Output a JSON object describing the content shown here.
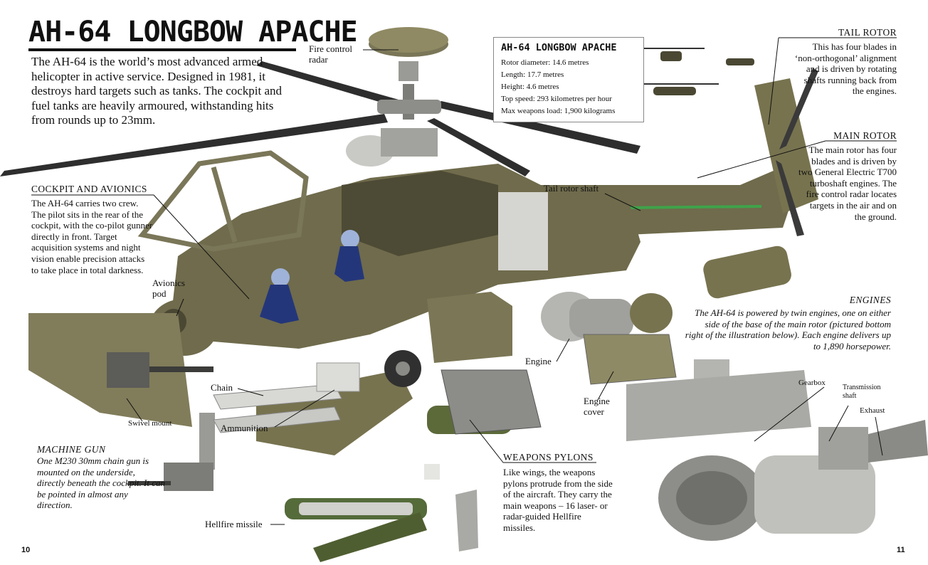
{
  "title": "AH-64 LONGBOW APACHE",
  "intro": "The AH-64 is the world’s most advanced armed helicopter in active service. Designed in 1981, it destroys hard targets such as tanks. The cockpit and fuel tanks are heavily armoured, withstanding hits from rounds up to 23mm.",
  "spec_box": {
    "title": "AH-64 LONGBOW APACHE",
    "specs": [
      "Rotor diameter: 14.6 metres",
      "Length: 17.7 metres",
      "Height: 4.6 metres",
      "Top speed: 293 kilometres per hour",
      "Max weapons load: 1,900  kilograms"
    ]
  },
  "sections": {
    "cockpit": {
      "heading": "COCKPIT AND AVIONICS",
      "text": "The AH-64 carries two crew. The pilot sits in the rear of the cockpit, with the co-pilot gunner directly in front. Target acquisition systems and night vision enable precision attacks to take place in total darkness."
    },
    "tail_rotor": {
      "heading": "TAIL ROTOR",
      "text": "This has four blades in ‘non-orthogonal’ alignment and is driven by rotating shafts running back from the engines."
    },
    "main_rotor": {
      "heading": "MAIN ROTOR",
      "text": "The main rotor has four blades and is driven by two General Electric T700 turboshaft engines. The fire control radar locates targets in the air and on the ground."
    },
    "engines": {
      "heading": "ENGINES",
      "text": "The AH-64 is powered by twin engines, one on either side of the base of the main rotor (pictured bottom right of the illustration below). Each engine delivers up to 1,890 horsepower."
    },
    "machine_gun": {
      "heading": "MACHINE GUN",
      "text": "One M230 30mm chain gun is mounted on the underside, directly beneath the cockpit. It can be pointed in almost any direction."
    },
    "weapons_pylons": {
      "heading": "WEAPONS PYLONS",
      "text": "Like wings, the weapons pylons protrude from the side of the aircraft. They carry the main weapons – 16 laser- or radar-guided Hellfire missiles."
    }
  },
  "labels": {
    "fire_control_radar": "Fire control radar",
    "tail_rotor_shaft": "Tail rotor shaft",
    "avionics_pod": "Avionics pod",
    "chain": "Chain",
    "ammunition": "Ammunition",
    "swivel_mount": "Swivel mount",
    "engine": "Engine",
    "engine_cover": "Engine cover",
    "gearbox": "Gearbox",
    "transmission_shaft": "Transmission shaft",
    "exhaust": "Exhaust",
    "hellfire_missile": "Hellfire missile"
  },
  "page_numbers": {
    "left": "10",
    "right": "11"
  },
  "colors": {
    "olive": "#6f6b4c",
    "olive_dark": "#4a4733",
    "olive_light": "#8f8a63",
    "metal": "#b8b8b4",
    "metal_dark": "#6f6f6c",
    "rotor": "#2b2b2b",
    "crew_blue": "#24367a"
  }
}
